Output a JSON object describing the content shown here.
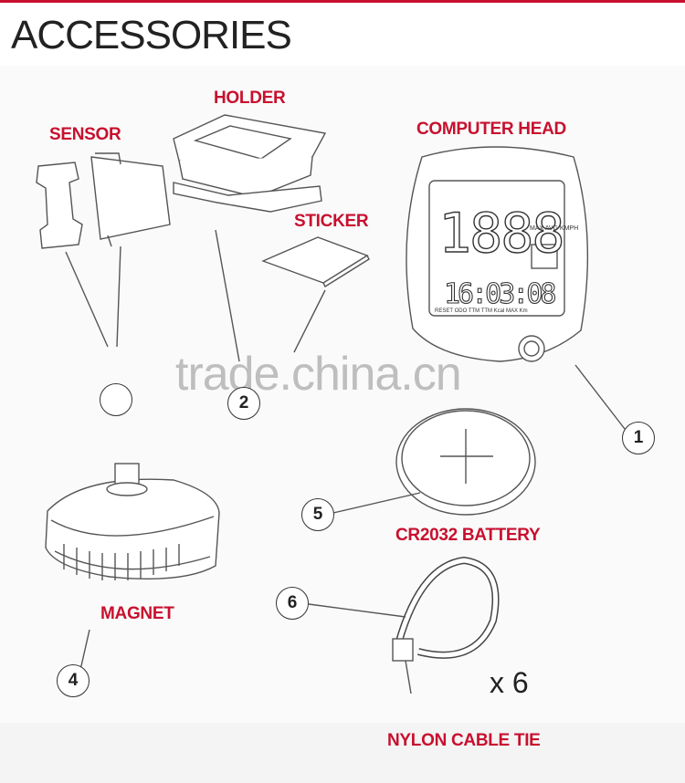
{
  "header": {
    "title": "ACCESSORIES"
  },
  "watermark": "trade.china.cn",
  "parts": {
    "sensor": {
      "label": "SENSOR",
      "number": ""
    },
    "holder": {
      "label": "HOLDER",
      "number": "2"
    },
    "sticker": {
      "label": "STICKER"
    },
    "computer_head": {
      "label": "COMPUTER HEAD",
      "number": "1"
    },
    "magnet": {
      "label": "MAGNET",
      "number": "4"
    },
    "battery": {
      "label": "CR2032 BATTERY",
      "number": "5"
    },
    "cable_tie": {
      "label": "NYLON CABLE TIE",
      "number": "6",
      "quantity": "x 6"
    }
  },
  "lcd": {
    "main": "1888",
    "time": "16:03:08",
    "modes": "MAX AVG KMPH",
    "bottom": "RESET ODO TTM TTM Kcal MAX Km"
  },
  "colors": {
    "accent": "#c8102e",
    "outline": "#333333"
  }
}
